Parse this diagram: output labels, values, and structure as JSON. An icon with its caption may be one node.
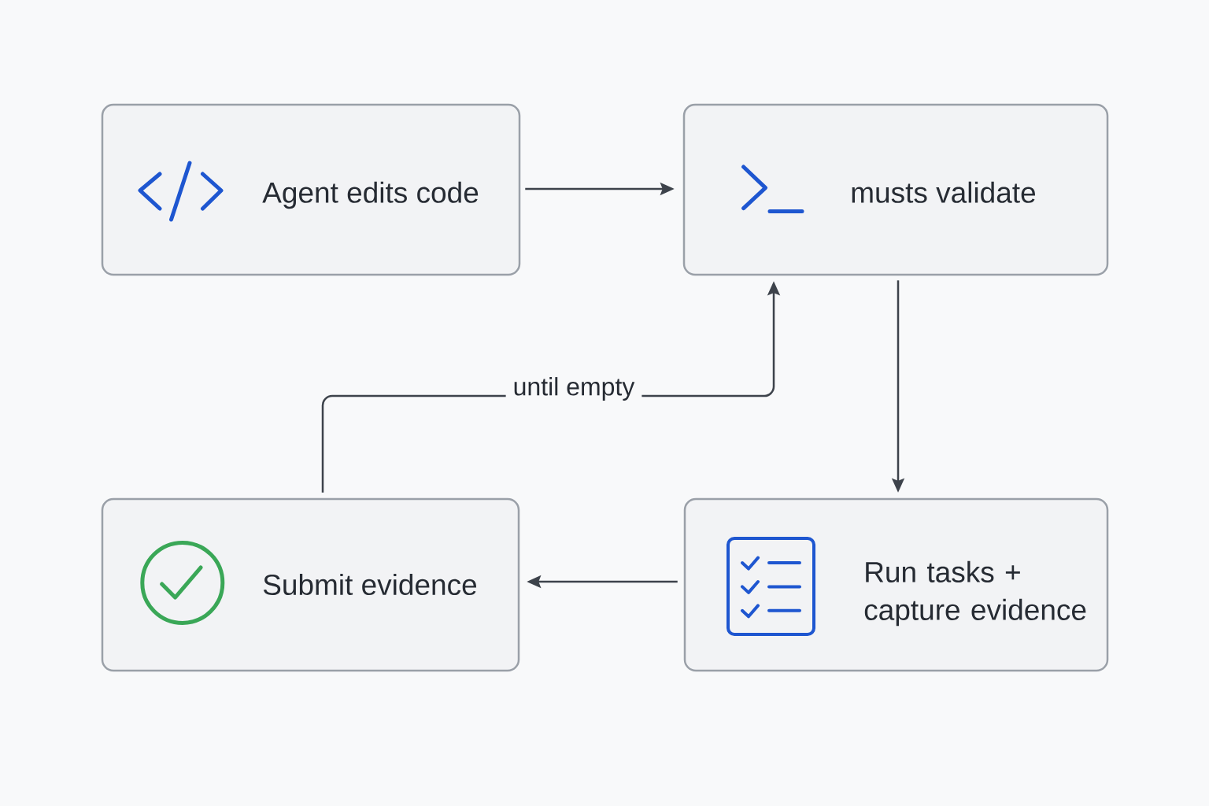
{
  "diagram": {
    "nodes": [
      {
        "text": [
          "Agent edits code"
        ]
      },
      {
        "text": [
          "musts validate"
        ]
      },
      {
        "text": [
          "Submit evidence"
        ]
      },
      {
        "text": [
          "Run tasks + capture evidence"
        ]
      }
    ],
    "edges": [
      {
        "from": 0,
        "to": 1,
        "arrow": "to"
      },
      {
        "from": 1,
        "to": 3,
        "arrow": "to"
      },
      {
        "from": 3,
        "to": 2,
        "arrow": "to"
      },
      {
        "from": 2,
        "to": 1,
        "arrow": "to",
        "label": "until empty"
      }
    ]
  }
}
